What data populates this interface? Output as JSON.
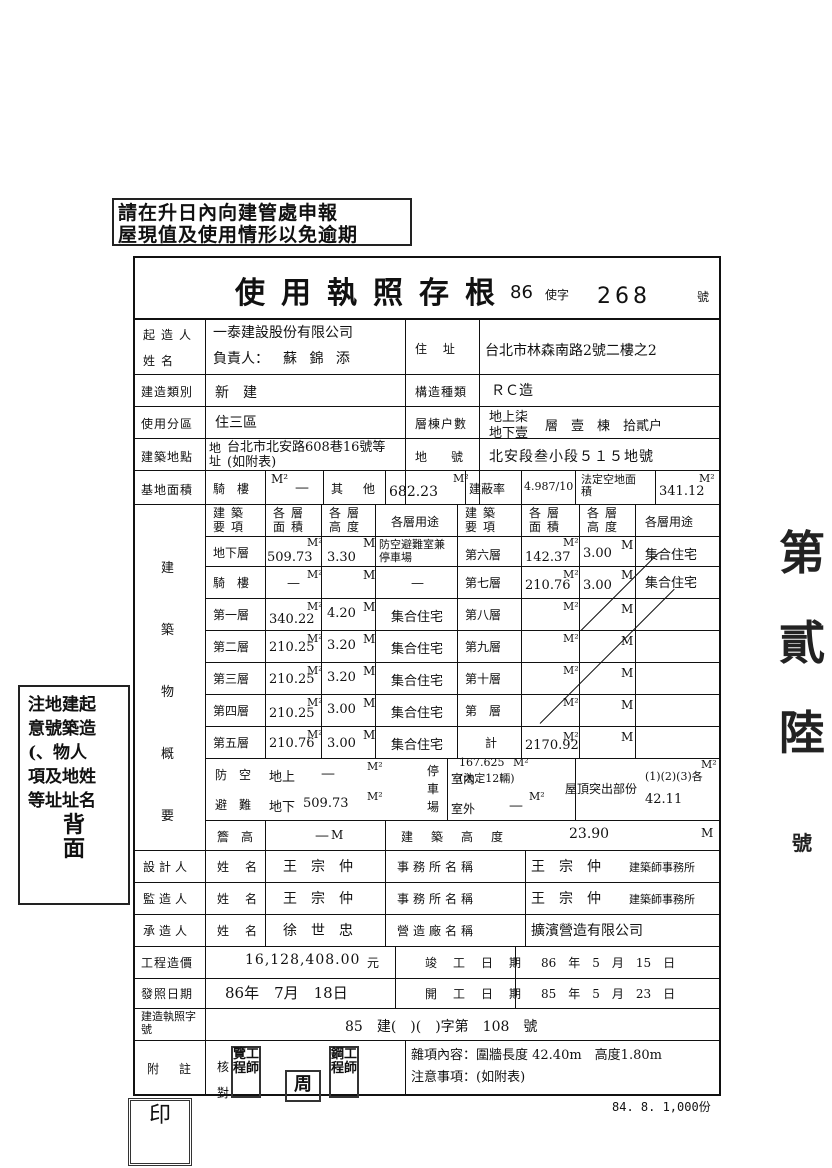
{
  "notice": "請在升日內向建管處申報\n屋現值及使用情形以免逾期",
  "side_note": [
    "注地建起",
    "意號築造",
    "(、物人",
    "項及地姓",
    "等址址名",
    "背",
    "面"
  ],
  "right_stamp": [
    "第",
    "貳",
    "陸",
    "號"
  ],
  "title": "使用執照存根",
  "license": {
    "year": "86",
    "word": "使字",
    "number": "268",
    "suffix": "號"
  },
  "applicant": {
    "label1": "起造人",
    "label2": "姓名",
    "company": "一泰建設股份有限公司",
    "rep_label": "負責人：",
    "rep_name": "蘇 錦 添",
    "addr_label": "住 址",
    "addr": "台北市林森南路2號二樓之2"
  },
  "building": {
    "type_label": "建造類別",
    "type": "新　建",
    "struct_label": "構造種類",
    "struct": "ＲＣ造",
    "zone_label": "使用分區",
    "zone": "住三區",
    "floors_label": "層棟户數",
    "floors_above": "地上柒",
    "floors_below": "地下壹",
    "floors_detail": "層　壹　棟　拾貳户",
    "site_label": "建築地點",
    "site_addr_label": "地址",
    "site_addr": "台北市北安路608巷16號等(如附表)",
    "lot_label": "地　號",
    "lot": "北安段叁小段５１５地號"
  },
  "area": {
    "label": "基地面積",
    "arcade_label": "騎　樓",
    "arcade_unit": "M²",
    "arcade_val": "—",
    "other_label": "其　他",
    "other_val": "682.23",
    "other_unit": "M²",
    "ratio_label": "建蔽率",
    "ratio_val": "4.987/10",
    "legal_label": "法定空地面積",
    "legal_val": "341.12",
    "legal_unit": "M²"
  },
  "headers": {
    "section": "建築物概要",
    "item": "建築要項",
    "area": "各層面積",
    "height": "各層高度",
    "use": "各層用途"
  },
  "floors_left": [
    {
      "name": "地下層",
      "area": "509.73",
      "height": "3.30",
      "use": "防空避難室兼停車場"
    },
    {
      "name": "騎　樓",
      "area": "—",
      "height": "",
      "use": "—"
    },
    {
      "name": "第一層",
      "area": "340.22",
      "height": "4.20",
      "use": "集合住宅"
    },
    {
      "name": "第二層",
      "area": "210.25",
      "height": "3.20",
      "use": "集合住宅"
    },
    {
      "name": "第三層",
      "area": "210.25",
      "height": "3.20",
      "use": "集合住宅"
    },
    {
      "name": "第四層",
      "area": "210.25",
      "height": "3.00",
      "use": "集合住宅"
    },
    {
      "name": "第五層",
      "area": "210.76",
      "height": "3.00",
      "use": "集合住宅"
    }
  ],
  "floors_right": [
    {
      "name": "第六層",
      "area": "142.37",
      "height": "3.00",
      "use": "集合住宅"
    },
    {
      "name": "第七層",
      "area": "210.76",
      "height": "3.00",
      "use": "集合住宅"
    },
    {
      "name": "第八層",
      "area": "",
      "height": "",
      "use": ""
    },
    {
      "name": "第九層",
      "area": "",
      "height": "",
      "use": ""
    },
    {
      "name": "第十層",
      "area": "",
      "height": "",
      "use": ""
    },
    {
      "name": "第　層",
      "area": "",
      "height": "",
      "use": ""
    },
    {
      "name": "計",
      "area": "2170.92",
      "height": "",
      "use": ""
    }
  ],
  "units": {
    "m2": "M²",
    "m": "M"
  },
  "shelter": {
    "label1": "防空",
    "label2": "避難",
    "above": "地上",
    "above_val": "—",
    "below": "地下",
    "below_val": "509.73",
    "parking_label": "停車場",
    "indoor": "室內",
    "indoor_val": "167.625",
    "indoor_legal": "(法定12輛)",
    "outdoor": "室外",
    "outdoor_val": "—",
    "roof_label": "屋頂突出部份",
    "roof_note": "(1)(2)(3)各",
    "roof_val": "42.11"
  },
  "heights": {
    "eaves_label": "簷　高",
    "eaves_val": "—",
    "bldg_label": "建築高度",
    "bldg_val": "23.90"
  },
  "designer": {
    "role": "設計人",
    "name_label": "姓　名",
    "name": "王　宗　仲",
    "office_label": "事務所名稱",
    "office": "王　宗　仲",
    "office_type": "建築師事務所"
  },
  "supervisor": {
    "role": "監造人",
    "name_label": "姓　名",
    "name": "王　宗　仲",
    "office_label": "事務所名稱",
    "office": "王　宗　仲",
    "office_type": "建築師事務所"
  },
  "contractor": {
    "role": "承造人",
    "name_label": "姓　名",
    "name": "徐　世　忠",
    "office_label": "營造廠名稱",
    "office": "擴濱營造有限公司"
  },
  "cost": {
    "label": "工程造價",
    "value": "16,128,408.00",
    "unit": "元",
    "done_label": "竣工日期",
    "done": "86　年　5　月　15　日"
  },
  "issue": {
    "label": "發照日期",
    "value": "86年　7月　18日",
    "start_label": "開工日期",
    "start": "85　年　5　月　23　日"
  },
  "permit": {
    "label": "建造執照字號",
    "value": "85　建(　)(　)字第　108　號"
  },
  "remarks": {
    "label": "附註",
    "check_label": "核",
    "sign_label": "對",
    "stamp1": "覽工程師",
    "stamp2": "周",
    "stamp3": "鋼工程師",
    "item1": "雜項內容：圍牆長度 42.40m　高度1.80m",
    "item2": "注意事項：(如附表)"
  },
  "footer": "84. 8. 1,000份"
}
